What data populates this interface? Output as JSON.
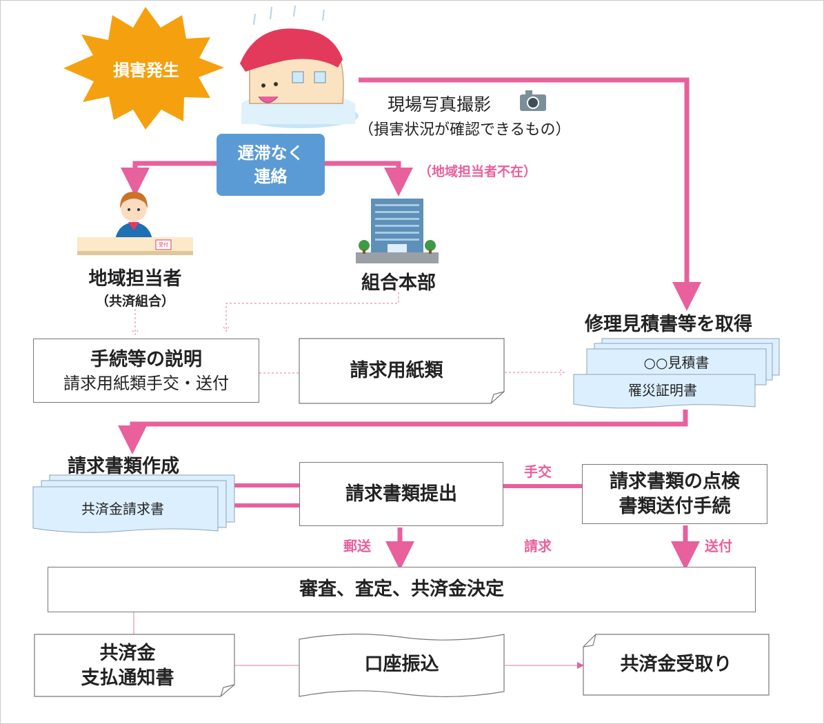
{
  "colors": {
    "arrow": "#e8609c",
    "dotted": "#f0a3c5",
    "burst": "#f5a00f",
    "contact_box": "#5b9bd5",
    "doc_fill": "#dcefff",
    "box_border": "#777777"
  },
  "damage": {
    "label": "損害発生"
  },
  "photo": {
    "title": "現場写真撮影",
    "note": "（損害状況が確認できるもの）"
  },
  "contact": {
    "line1": "遅滞なく",
    "line2": "連絡"
  },
  "absent_note": "（地域担当者不在）",
  "local_staff": {
    "title": "地域担当者",
    "sub": "（共済組合）",
    "desk_sign": "受付"
  },
  "hq": {
    "title": "組合本部"
  },
  "explain": {
    "title": "手続等の説明",
    "sub": "請求用紙類手交・送付"
  },
  "forms": {
    "title": "請求用紙類"
  },
  "estimate": {
    "title": "修理見積書等を取得",
    "doc1": "○○見積書",
    "doc2": "罹災証明書"
  },
  "claim_docs": {
    "title": "請求書類作成",
    "doc": "共済金請求書"
  },
  "submit": {
    "title": "請求書類提出"
  },
  "edges": {
    "hand": "手交",
    "mail": "郵送",
    "request": "請求",
    "send": "送付"
  },
  "check": {
    "line1": "請求書類の点検",
    "line2": "書類送付手続"
  },
  "review": {
    "title": "審査、査定、共済金決定"
  },
  "notice": {
    "line1": "共済金",
    "line2": "支払通知書"
  },
  "transfer": {
    "title": "口座振込"
  },
  "receive": {
    "title": "共済金受取り"
  }
}
